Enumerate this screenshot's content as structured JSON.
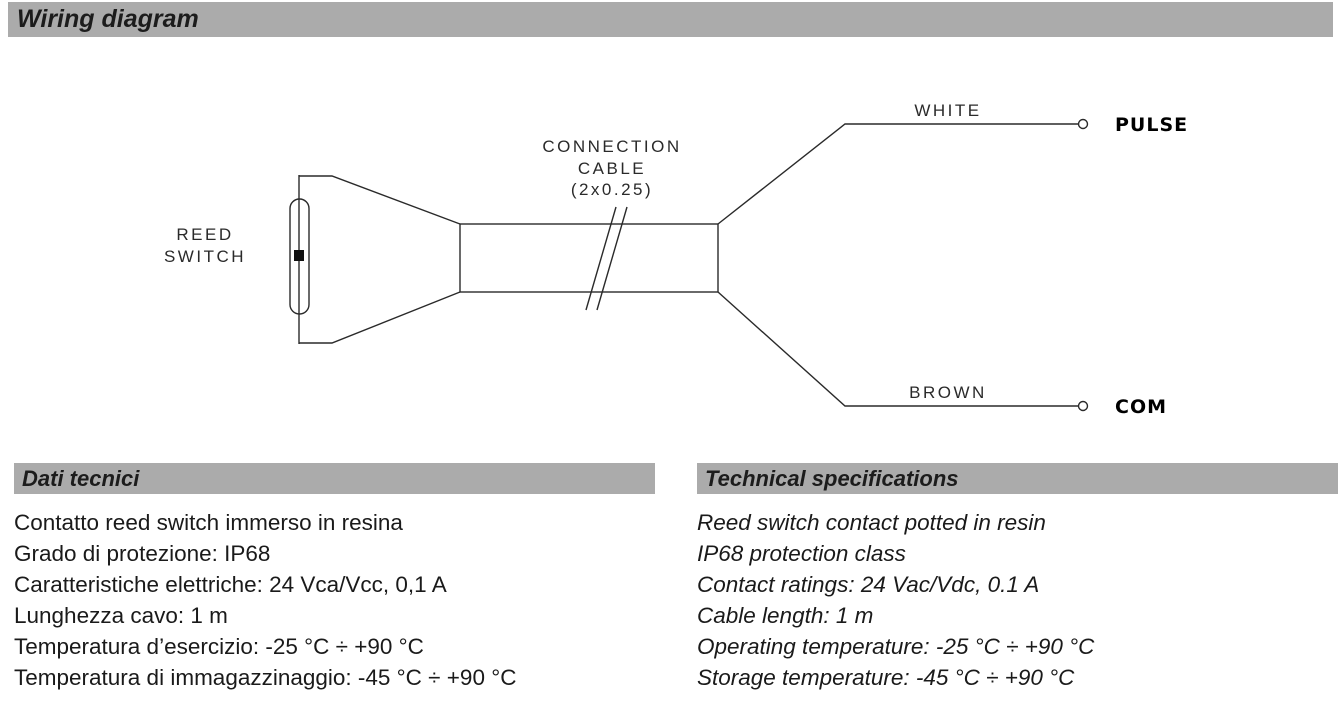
{
  "page_title": "Wiring diagram",
  "colors": {
    "header_bar": "#ababab",
    "text": "#1a1a1a",
    "diagram_line": "#2a2a2a"
  },
  "diagram": {
    "reed_switch_label": [
      "REED",
      "SWITCH"
    ],
    "cable_label": [
      "CONNECTION",
      "CABLE",
      "(2x0.25)"
    ],
    "white_wire_label": "WHITE",
    "pulse_terminal_label": "PULSE",
    "brown_wire_label": "BROWN",
    "com_terminal_label": "COM"
  },
  "dati_tecnici": {
    "header": "Dati tecnici",
    "lines": [
      "Contatto reed switch immerso in resina",
      "Grado di protezione: IP68",
      "Caratteristiche elettriche: 24 Vca/Vcc, 0,1 A",
      "Lunghezza cavo: 1 m",
      "Temperatura d’esercizio: -25 °C ÷ +90 °C",
      "Temperatura di immagazzinaggio: -45 °C ÷ +90 °C"
    ]
  },
  "technical_specifications": {
    "header": "Technical specifications",
    "lines": [
      "Reed switch contact potted in resin",
      "IP68 protection class",
      "Contact ratings: 24 Vac/Vdc, 0.1 A",
      "Cable length: 1 m",
      "Operating temperature: -25 °C ÷ +90 °C",
      "Storage temperature: -45 °C ÷ +90 °C"
    ]
  }
}
